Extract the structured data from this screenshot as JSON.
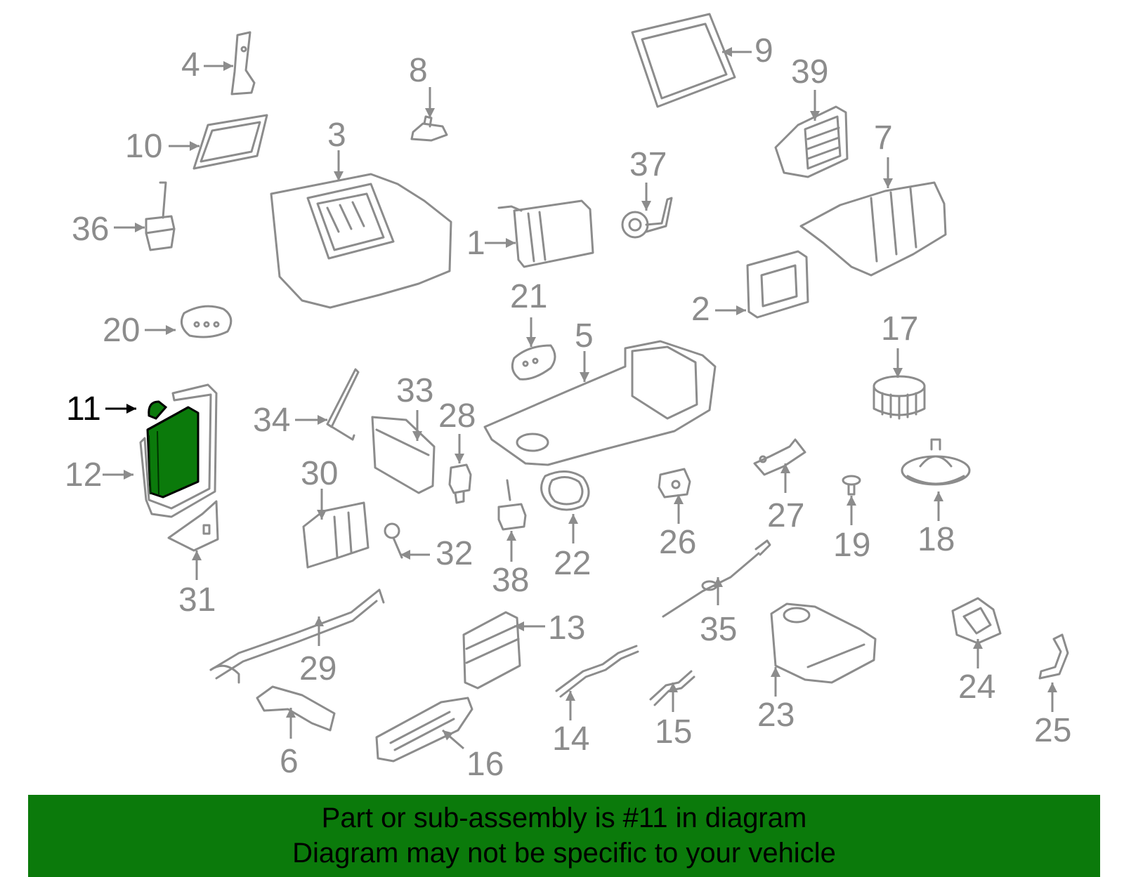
{
  "highlight": {
    "part_number": "11",
    "color": "#0b7a0b",
    "label_color": "#000000"
  },
  "label_color": "#8c8c8c",
  "parts": [
    {
      "number": "4",
      "icon": "bracket-icon"
    },
    {
      "number": "8",
      "icon": "clip-icon"
    },
    {
      "number": "9",
      "icon": "filter-frame-icon"
    },
    {
      "number": "39",
      "icon": "vent-grille-icon"
    },
    {
      "number": "10",
      "icon": "filter-icon"
    },
    {
      "number": "3",
      "icon": "hvac-case-icon"
    },
    {
      "number": "37",
      "icon": "actuator-icon"
    },
    {
      "number": "7",
      "icon": "duct-icon"
    },
    {
      "number": "36",
      "icon": "sensor-icon"
    },
    {
      "number": "1",
      "icon": "evaporator-icon"
    },
    {
      "number": "2",
      "icon": "door-icon"
    },
    {
      "number": "20",
      "icon": "seal-icon"
    },
    {
      "number": "21",
      "icon": "seal-icon"
    },
    {
      "number": "5",
      "icon": "lower-case-icon"
    },
    {
      "number": "17",
      "icon": "blower-wheel-icon"
    },
    {
      "number": "11",
      "icon": "heater-core-icon"
    },
    {
      "number": "33",
      "icon": "module-icon"
    },
    {
      "number": "34",
      "icon": "rod-icon"
    },
    {
      "number": "28",
      "icon": "connector-icon"
    },
    {
      "number": "12",
      "icon": "gasket-icon"
    },
    {
      "number": "30",
      "icon": "actuator-icon"
    },
    {
      "number": "27",
      "icon": "bracket-icon"
    },
    {
      "number": "18",
      "icon": "blower-motor-icon"
    },
    {
      "number": "26",
      "icon": "sensor-icon"
    },
    {
      "number": "22",
      "icon": "seal-icon"
    },
    {
      "number": "19",
      "icon": "clip-icon"
    },
    {
      "number": "31",
      "icon": "bracket-icon"
    },
    {
      "number": "32",
      "icon": "sensor-icon"
    },
    {
      "number": "38",
      "icon": "sensor-icon"
    },
    {
      "number": "35",
      "icon": "cable-icon"
    },
    {
      "number": "13",
      "icon": "control-module-icon"
    },
    {
      "number": "29",
      "icon": "wire-harness-icon"
    },
    {
      "number": "23",
      "icon": "duct-icon"
    },
    {
      "number": "24",
      "icon": "vent-icon"
    },
    {
      "number": "14",
      "icon": "hose-icon"
    },
    {
      "number": "15",
      "icon": "hose-icon"
    },
    {
      "number": "25",
      "icon": "bracket-icon"
    },
    {
      "number": "6",
      "icon": "bracket-icon"
    },
    {
      "number": "16",
      "icon": "duct-icon"
    }
  ],
  "banner": {
    "line1": "Part or sub-assembly is #11 in diagram",
    "line2": "Diagram may not be specific to your vehicle",
    "background": "#0b7a0b"
  }
}
